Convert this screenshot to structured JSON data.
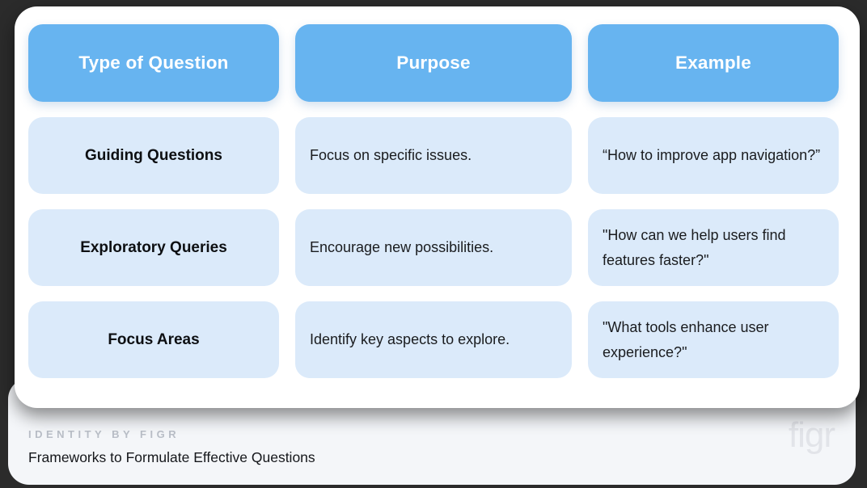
{
  "theme": {
    "page_background": "#2b2b2b",
    "card_background": "#ffffff",
    "header_cell_color": "#67b4f0",
    "body_cell_color": "#dbeafa",
    "footer_background": "#f4f6f9",
    "header_text_color": "#ffffff",
    "body_text_color": "#1a1c1f",
    "eyebrow_text_color": "#b9bec7",
    "logo_color": "#e2e4e9"
  },
  "chart_data": {
    "type": "table",
    "title": "Frameworks to Formulate Effective Questions",
    "columns": [
      "Type of Question",
      "Purpose",
      "Example"
    ],
    "rows": [
      [
        "Guiding Questions",
        "Focus on specific issues.",
        "“How to improve app navigation?”"
      ],
      [
        "Exploratory Queries",
        "Encourage new possibilities.",
        "\"How can we help users find features faster?\""
      ],
      [
        "Focus Areas",
        "Identify key aspects to explore.",
        "\"What tools enhance user experience?\""
      ]
    ]
  },
  "table": {
    "columns": [
      "Type of Question",
      "Purpose",
      "Example"
    ],
    "rows": [
      {
        "type": "Guiding Questions",
        "purpose": "Focus on specific issues.",
        "example": "“How to improve app navigation?”"
      },
      {
        "type": "Exploratory Queries",
        "purpose": "Encourage new possibilities.",
        "example": "\"How can we help users find features faster?\""
      },
      {
        "type": "Focus Areas",
        "purpose": "Identify key aspects to explore.",
        "example": "\"What tools enhance user experience?\""
      }
    ]
  },
  "footer": {
    "eyebrow": "IDENTITY BY FIGR",
    "title": "Frameworks to Formulate Effective Questions",
    "logo": "figr"
  }
}
